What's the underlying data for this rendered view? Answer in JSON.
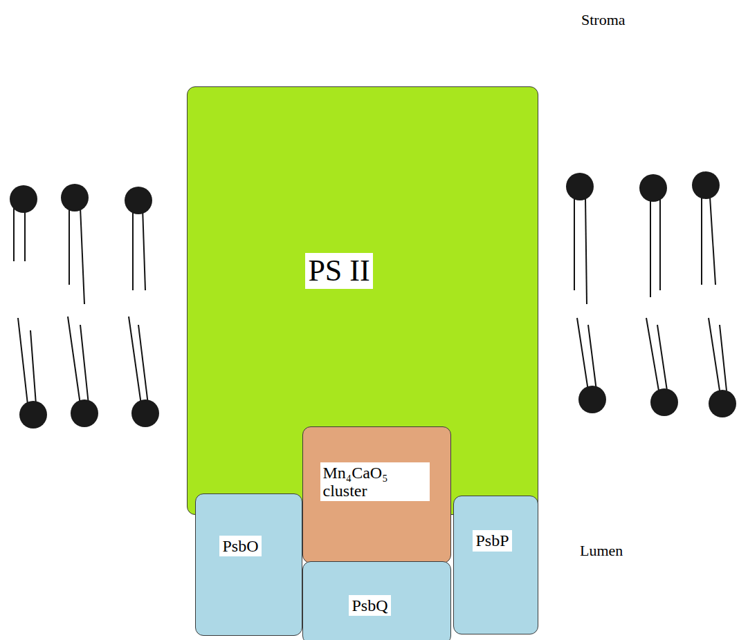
{
  "diagram": {
    "nodes": [
      {
        "text": [
          "PS II"
        ]
      },
      {
        "text": [
          "Mn₄CaO₅ cluster"
        ]
      },
      {
        "text": [
          "PsbO"
        ]
      },
      {
        "text": [
          "PsbQ"
        ]
      },
      {
        "text": [
          "PsbP"
        ]
      }
    ],
    "labels": [
      "Stroma",
      "Lumen"
    ]
  }
}
